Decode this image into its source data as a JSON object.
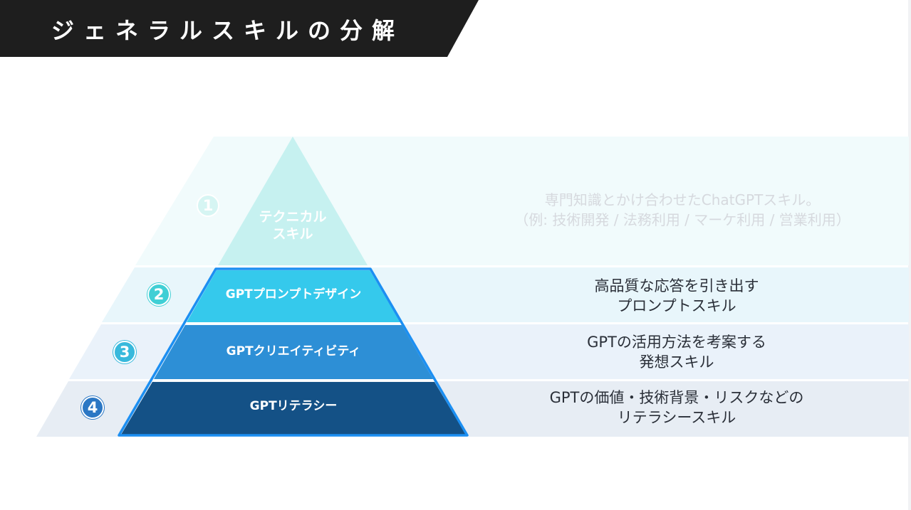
{
  "header": {
    "title": "ジェネラルスキルの分解"
  },
  "levels": [
    {
      "number": "1",
      "pyramid_label_lines": [
        "テクニカル",
        "スキル"
      ],
      "description_lines": [
        "専門知識とかけ合わせたChatGPTスキル。",
        "（例: 技術開発 / 法務利用 / マーケ利用 / 営業利用）"
      ],
      "colors": {
        "band": "#f1fbfc",
        "shape": "#c6f1f0",
        "badge": "#d6f5f3",
        "text": "#d6d9de"
      }
    },
    {
      "number": "2",
      "pyramid_label_lines": [
        "GPTプロンプトデザイン"
      ],
      "description_lines": [
        "高品質な応答を引き出す",
        "プロンプトスキル"
      ],
      "colors": {
        "band": "#e8f6fb",
        "shape": "#35c9ec",
        "badge": "#40cfd5",
        "text": "#2a2f38"
      }
    },
    {
      "number": "3",
      "pyramid_label_lines": [
        "GPTクリエイティビティ"
      ],
      "description_lines": [
        "GPTの活用方法を考案する",
        "発想スキル"
      ],
      "colors": {
        "band": "#eaf2fa",
        "shape": "#2d8fd6",
        "badge": "#38b9dc",
        "text": "#2a2f38"
      }
    },
    {
      "number": "4",
      "pyramid_label_lines": [
        "GPTリテラシー"
      ],
      "description_lines": [
        "GPTの価値・技術背景・リスクなどの",
        "リテラシースキル"
      ],
      "colors": {
        "band": "#e7edf4",
        "shape": "#145186",
        "badge": "#2b77c4",
        "text": "#2a2f38"
      }
    }
  ],
  "colors": {
    "header_bg": "#1e1e1e",
    "outline": "#1c8ff2"
  }
}
